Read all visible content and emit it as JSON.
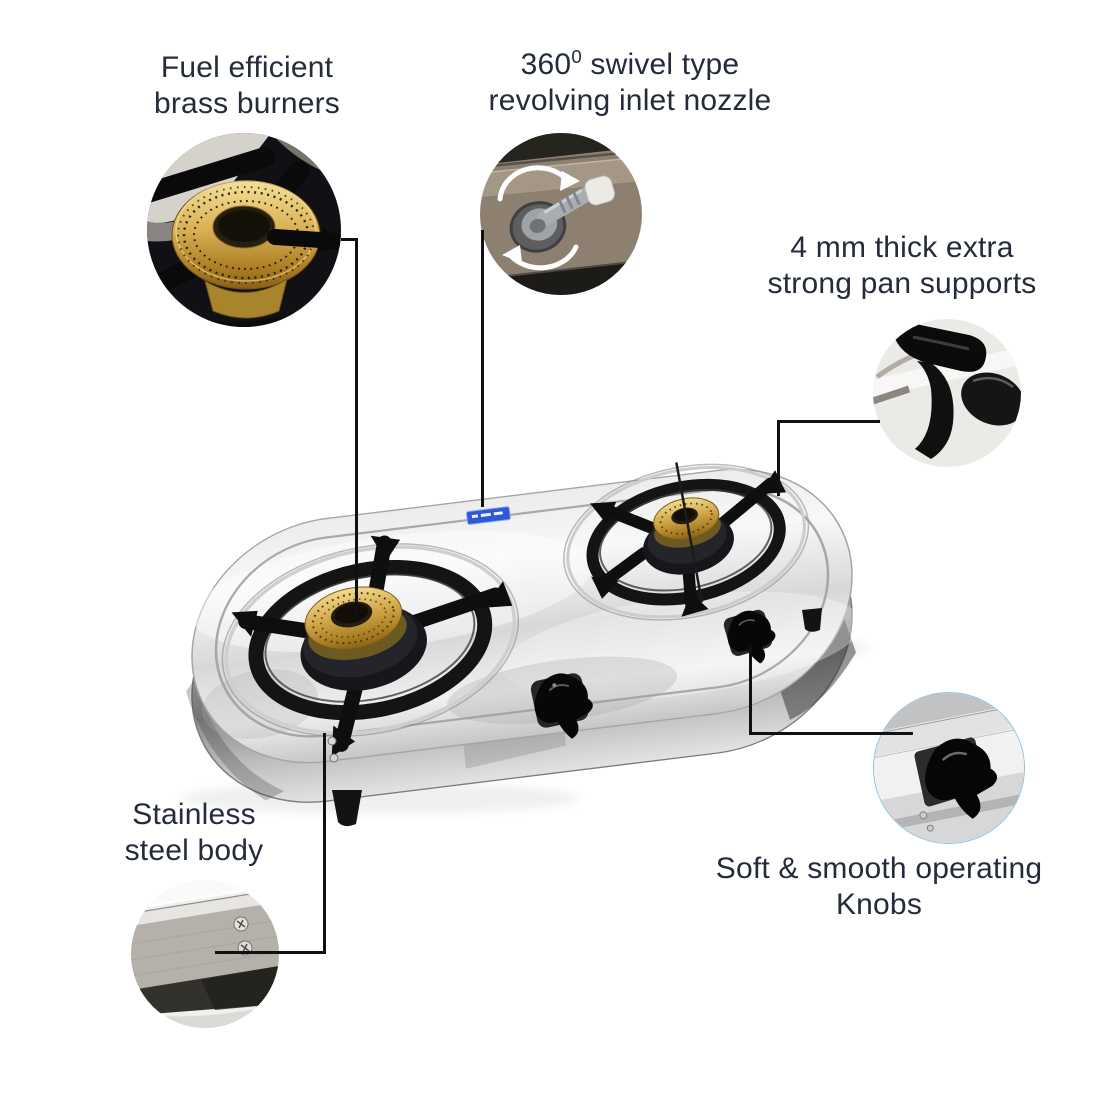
{
  "page": {
    "background": "#ffffff",
    "kind": "product-feature-infographic"
  },
  "product": {
    "illustration_alt": "Two burner stainless steel gas stove shown in perspective with black pan supports, brass burners and black control knobs"
  },
  "features": [
    {
      "id": "brass-burners",
      "line1": "Fuel efficient",
      "line2": "brass burners"
    },
    {
      "id": "swivel-nozzle",
      "num": "360",
      "sup": "0",
      "rest": " swivel type",
      "line2": "revolving inlet nozzle"
    },
    {
      "id": "pan-supports",
      "line1": "4 mm thick extra",
      "line2": "strong pan supports"
    },
    {
      "id": "steel-body",
      "line1": "Stainless",
      "line2": "steel body"
    },
    {
      "id": "knobs",
      "line1": "Soft & smooth operating",
      "line2": "Knobs"
    }
  ],
  "insets": [
    {
      "id": "brass-burner-photo",
      "alt": "Close-up of round brass burner with drilled flame ports and black pan support arms"
    },
    {
      "id": "swivel-nozzle-photo",
      "alt": "Close-up of metal revolving gas inlet nozzle with white rotation arrows"
    },
    {
      "id": "pan-support-photo",
      "alt": "Close-up of thick black enamel pan support arm"
    },
    {
      "id": "knob-photo",
      "alt": "Close-up of black operating knob on stainless body"
    },
    {
      "id": "steel-body-photo",
      "alt": "Close-up of stainless steel body side with screws"
    }
  ],
  "icons": {
    "rotation_arrows": "curved-white-rotation-arrows",
    "brand_label": "small-blue-brand-sticker"
  },
  "colors": {
    "text": "#242b3a",
    "leader_line": "#101010",
    "brand_label_blue": "#2d58d6",
    "knob_circle_border": "#8cc0e0",
    "brass": "#c8a149",
    "steel_light": "#f2f2f2",
    "steel_dark": "#8f8f8f"
  }
}
